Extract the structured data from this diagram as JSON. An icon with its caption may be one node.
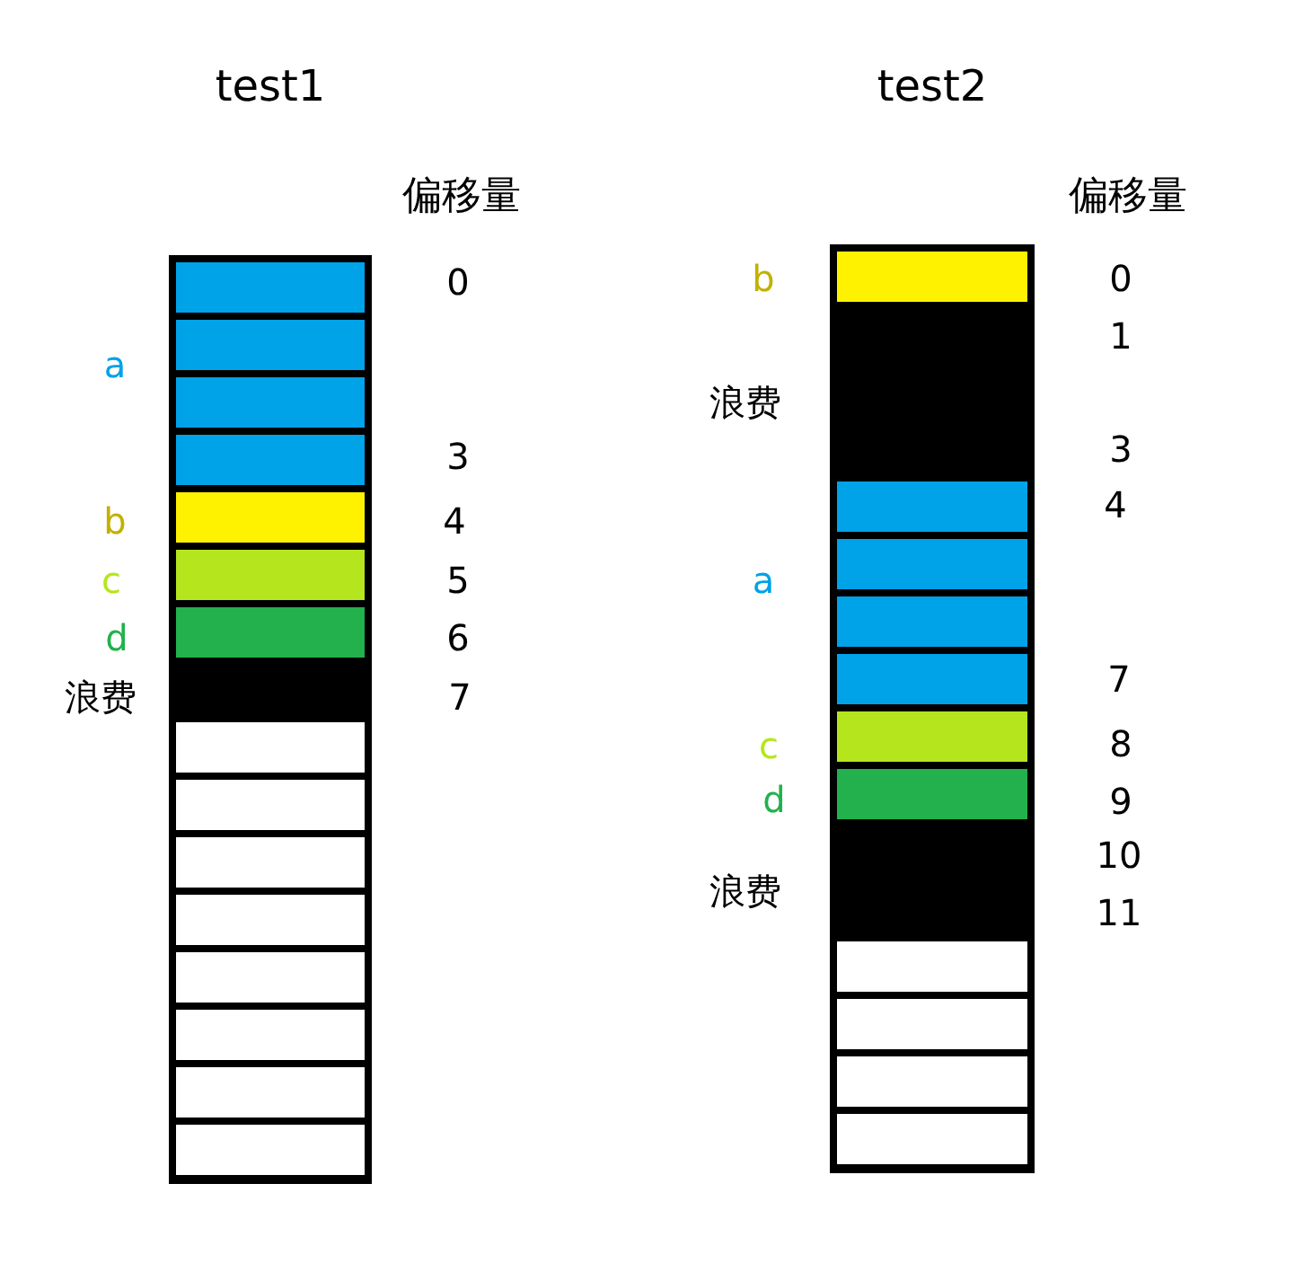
{
  "diagram": {
    "nodes": [
      {
        "text": [
          "test1"
        ]
      },
      {
        "text": [
          "test2"
        ]
      }
    ],
    "labels": [
      "偏移量",
      "0",
      "a",
      "3",
      "b",
      "4",
      "c",
      "5",
      "d",
      "6",
      "浪费",
      "7",
      "偏移量",
      "b",
      "0",
      "1",
      "浪费",
      "3",
      "4",
      "a",
      "7",
      "c",
      "8",
      "d",
      "9",
      "10",
      "浪费",
      "11"
    ]
  }
}
